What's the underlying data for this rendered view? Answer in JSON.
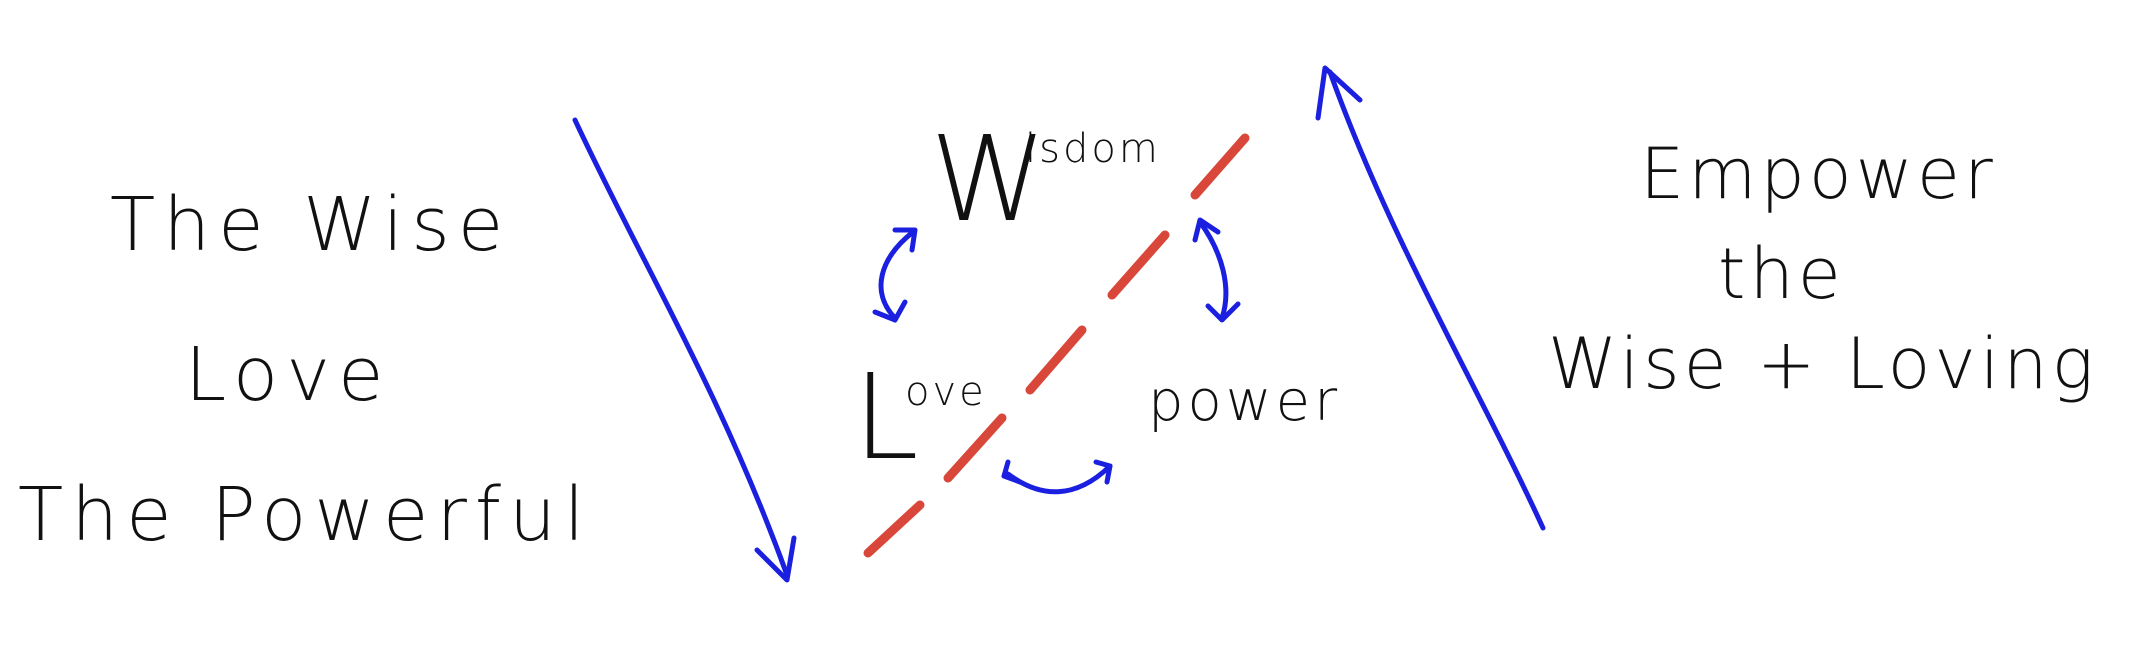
{
  "left_text": {
    "line1": "The Wise",
    "line2": "Love",
    "line3": "The Powerful"
  },
  "center": {
    "wisdom_initial": "W",
    "wisdom_rest": "isdom",
    "love_initial": "L",
    "love_rest": "ove",
    "power": "power"
  },
  "right_text": {
    "line1": "Empower",
    "line2": "the",
    "line3": "Wise + Loving"
  },
  "colors": {
    "ink": "#111111",
    "arrow": "#1a1fe0",
    "divider": "#d9473a"
  }
}
